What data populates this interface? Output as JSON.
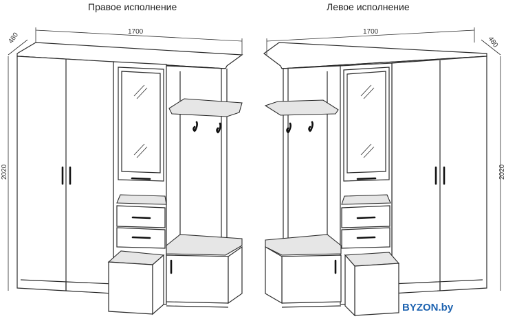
{
  "captions": {
    "right": "Правое исполнение",
    "left": "Левое исполнение"
  },
  "dimensions": {
    "width": "1700",
    "depth": "480",
    "height": "2020"
  },
  "watermark": {
    "brand": "BYZON",
    "tld": ".by"
  }
}
